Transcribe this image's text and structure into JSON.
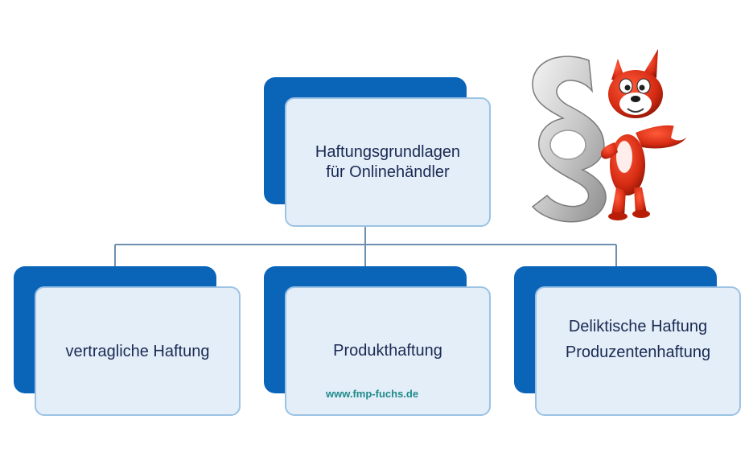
{
  "diagram": {
    "root": {
      "lines": [
        "Haftungsgrundlagen",
        "für Onlinehändler"
      ]
    },
    "children": [
      {
        "lines": [
          "vertragliche Haftung"
        ]
      },
      {
        "lines": [
          "Produkthaftung"
        ]
      },
      {
        "lines": [
          "Deliktische Haftung",
          "Produzentenhaftung"
        ]
      }
    ]
  },
  "watermark": {
    "text": "www.fmp-fuchs.de"
  },
  "illustration": {
    "icon": "paragraph-fox-icon"
  },
  "colors": {
    "box_back": "#0a64b8",
    "box_front": "#e4eef9",
    "box_border": "#9cc3e3",
    "connector": "#6f8fb0",
    "text": "#1a2a52",
    "watermark": "#1f8a8a"
  }
}
